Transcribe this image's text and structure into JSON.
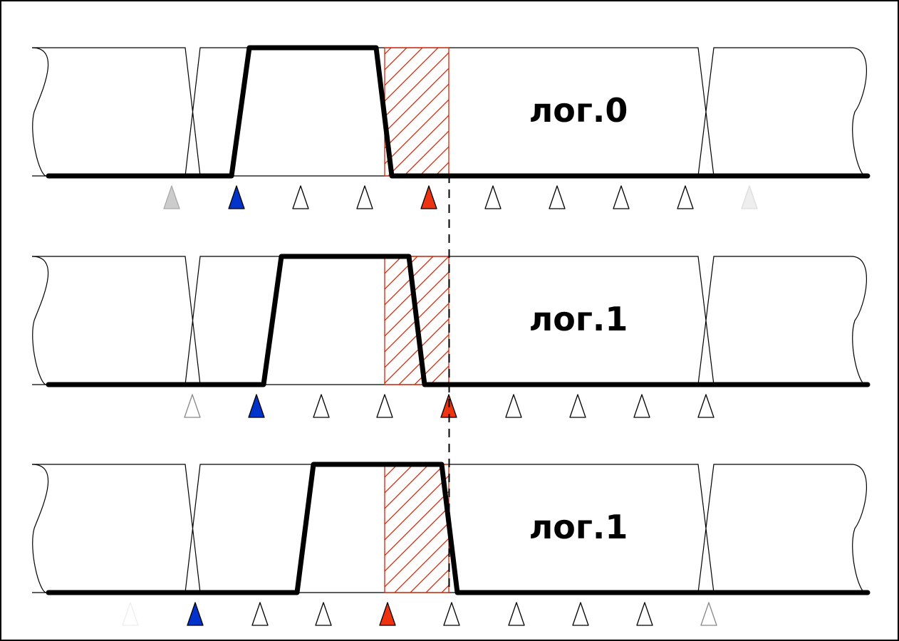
{
  "rows": [
    {
      "label": "лог.0",
      "marker_fills": [
        "#cccccc",
        "#0033cc",
        "#ffffff",
        "#ffffff",
        "#ee3311",
        "#ffffff",
        "#ffffff",
        "#ffffff",
        "#ffffff",
        "#eeeeee"
      ],
      "marker_strokes": [
        "#aaaaaa",
        "#000000",
        "#000000",
        "#000000",
        "#000000",
        "#000000",
        "#000000",
        "#000000",
        "#000000",
        "#dddddd"
      ]
    },
    {
      "label": "лог.1",
      "marker_fills": [
        "#ffffff",
        "#0033cc",
        "#ffffff",
        "#ffffff",
        "#ee3311",
        "#ffffff",
        "#ffffff",
        "#ffffff",
        "#ffffff"
      ],
      "marker_strokes": [
        "#888888",
        "#000000",
        "#000000",
        "#000000",
        "#000000",
        "#000000",
        "#000000",
        "#000000",
        "#000000"
      ]
    },
    {
      "label": "лог.1",
      "marker_fills": [
        "#ffffff",
        "#0033cc",
        "#ffffff",
        "#ffffff",
        "#ee3311",
        "#ffffff",
        "#ffffff",
        "#ffffff",
        "#ffffff",
        "#ffffff"
      ],
      "marker_strokes": [
        "#eeeeee",
        "#000000",
        "#000000",
        "#000000",
        "#000000",
        "#000000",
        "#000000",
        "#000000",
        "#000000",
        "#888888"
      ]
    }
  ],
  "colors": {
    "signal": "#000000",
    "hatch": "#dd2200",
    "bus_line": "#000000",
    "frame": "#000000"
  }
}
